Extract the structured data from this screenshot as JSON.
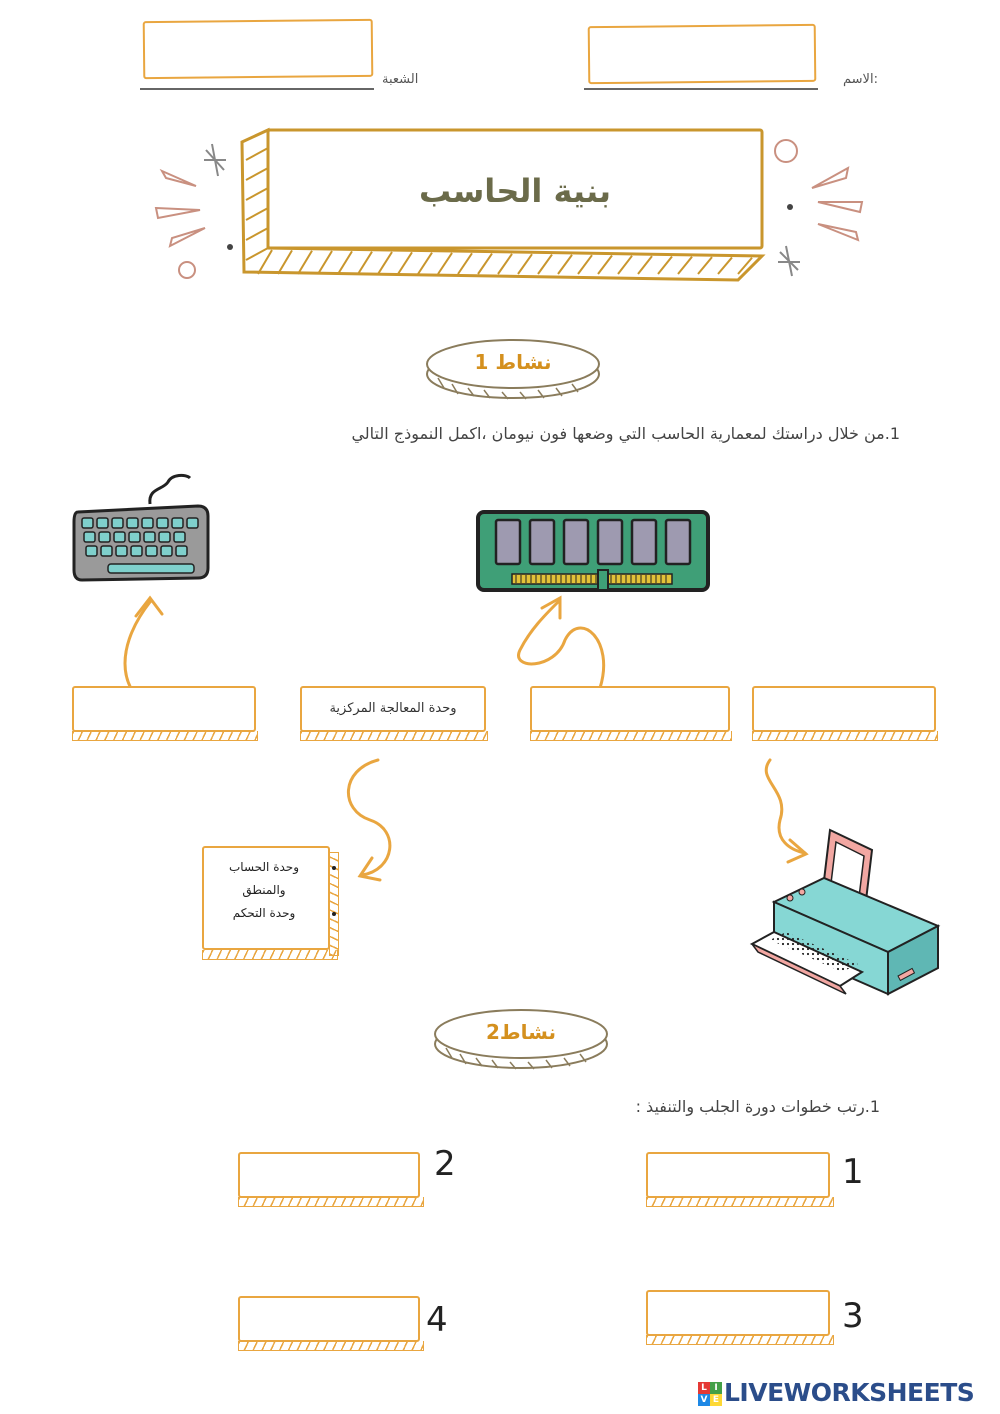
{
  "header": {
    "name_label": "الاسم:",
    "section_label": "الشعبة"
  },
  "title": "بنية الحاسب",
  "activity1": {
    "badge": "نشاط 1",
    "instruction": "1.من خلال دراستك لمعمارية الحاسب التي وضعها فون نيومان ،اكمل النموذج التالي",
    "boxes": [
      "",
      "وحدة المعالجة المركزية",
      "",
      ""
    ],
    "cpu_parts": [
      "وحدة الحساب والمنطق",
      "وحدة التحكم"
    ]
  },
  "activity2": {
    "badge": "نشاط2",
    "instruction": "1.رتب خطوات دورة الجلب والتنفيذ :",
    "step_numbers": [
      "1",
      "2",
      "3",
      "4"
    ]
  },
  "footer": {
    "brand": "LIVEWORKSHEETS",
    "logo_letters": [
      "L",
      "I",
      "V",
      "E"
    ]
  },
  "colors": {
    "accent_orange": "#e9a640",
    "title_gold": "#c9962d",
    "title_text": "#6b6b4a",
    "badge_text": "#d4901e",
    "footer_brand": "#2b4d8a"
  }
}
